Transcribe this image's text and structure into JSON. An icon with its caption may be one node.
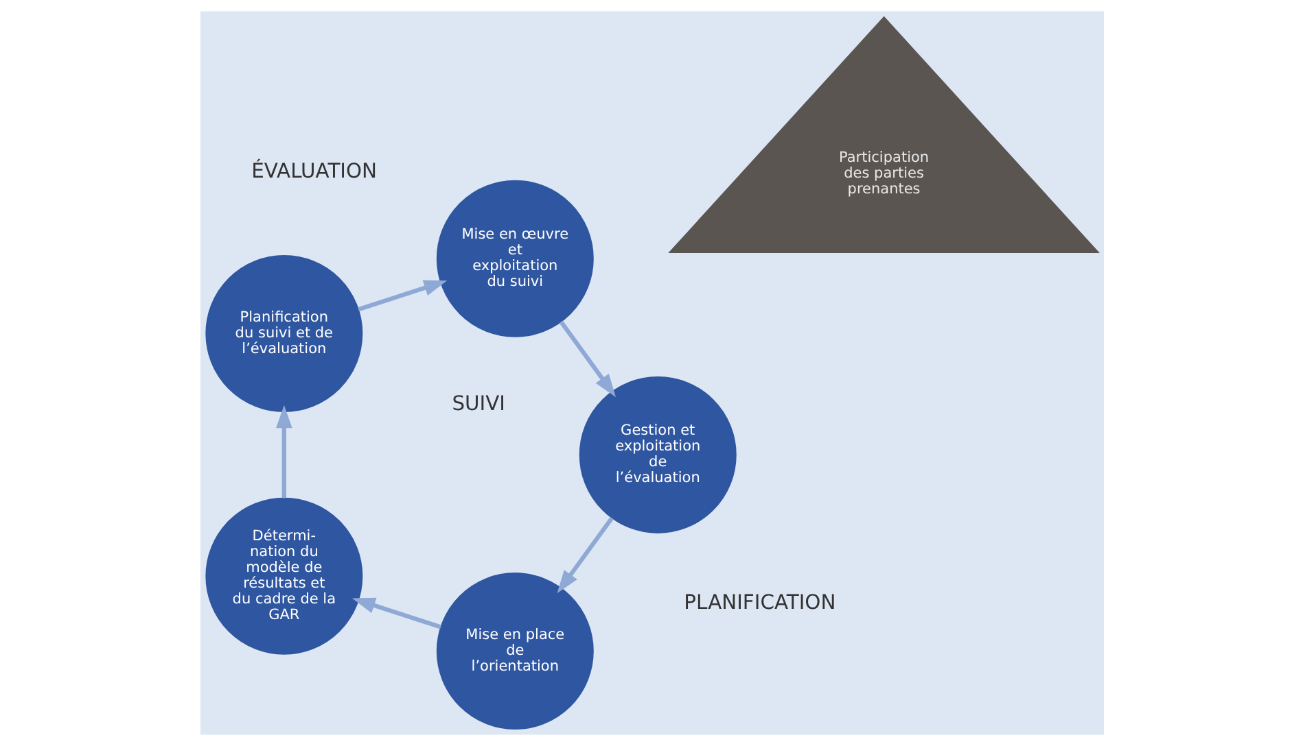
{
  "diagram": {
    "nodes": [
      {
        "text": [
          "Mise en place de l’orientation"
        ]
      },
      {
        "text": [
          "Détermi- nation du modèle de résultats et du cadre de la GAR"
        ]
      },
      {
        "text": [
          "Planification du suivi et de l’évaluation"
        ]
      },
      {
        "text": [
          "Mise en œuvre et exploitation du suivi"
        ]
      },
      {
        "text": [
          "Gestion et exploitation de l’évaluation"
        ]
      },
      {
        "text": [
          "Participation des parties prenantes"
        ]
      }
    ],
    "edges": [
      {
        "from": 0,
        "to": 1,
        "arrow": "to"
      },
      {
        "from": 1,
        "to": 2,
        "arrow": "to"
      },
      {
        "from": 2,
        "to": 3,
        "arrow": "to"
      },
      {
        "from": 3,
        "to": 4,
        "arrow": "to"
      },
      {
        "from": 4,
        "to": 0,
        "arrow": "to"
      }
    ],
    "labels": [
      "ÉVALUATION",
      "PLANIFICATION",
      "SUIVI"
    ]
  }
}
